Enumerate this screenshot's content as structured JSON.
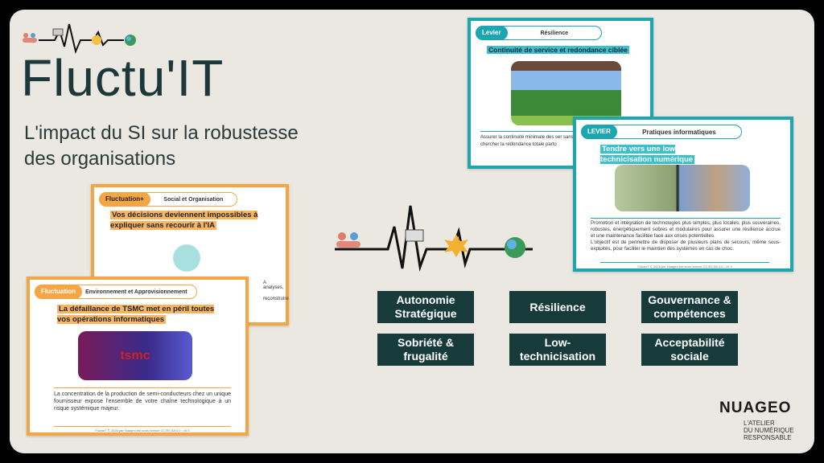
{
  "brand": {
    "name": "Fluctu'IT",
    "subtitle": "L'impact du SI sur la robustesse des organisations"
  },
  "cards": [
    {
      "tag": "Fluctuation+",
      "category": "Social et Organisation",
      "title": "Vos décisions deviennent impossibles à expliquer sans recourir à l'IA",
      "body_fragments": [
        "A  analyses,",
        "reconstruire"
      ]
    },
    {
      "tag": "Fluctuation",
      "category": "Environnement et Approvisionnement",
      "title": "La défaillance de TSMC met en péril toutes vos opérations informatiques",
      "image_label": "tsmc",
      "body": "La concentration de la production de semi-conducteurs chez un unique fournisseur expose l'ensemble de votre chaîne technologique à un risque systémique majeur.",
      "footer": "FluctuIT © 2025 par Nuageo est sous licence CC BY-SA 4.0 - v0.3"
    },
    {
      "tag": "Levier",
      "category": "Résilience",
      "title": "Continuité de service et redondance ciblée",
      "body": "Assurer la continuité minimale des ser sans chercher la redondance totale parto"
    },
    {
      "tag": "LEVIER",
      "category": "Pratiques informatiques",
      "title": "Tendre vers une low technicisation numérique",
      "body": "Promotion et intégration de technologies plus simples, plus locales, plus souveraines, robustes, énergétiquement sobres et modulaires pour assurer une résilience accrue et une maintenance facilitée face aux crises potentielles.",
      "body2": "L'objectif est de permettre de disposer de plusieurs plans de secours, même sous-exploités, pour faciliter le maintien des systèmes en cas de choc.",
      "footer": "FluctuIT © 2025 par Nuageo est sous licence CC BY-SA 4.0 - v0.3"
    }
  ],
  "themes": [
    "Autonomie Stratégique",
    "Résilience",
    "Gouvernance & compétences",
    "Sobriété & frugalité",
    "Low-technicisation",
    "Acceptabilité sociale"
  ],
  "publisher": {
    "name": "NUAGEO",
    "tagline1": "L'ATELIER",
    "tagline2": "DU NUMÉRIQUE",
    "tagline3": "RESPONSABLE"
  },
  "colors": {
    "orange": "#f4a544",
    "teal": "#1ba6b2",
    "dark": "#173b3b"
  }
}
